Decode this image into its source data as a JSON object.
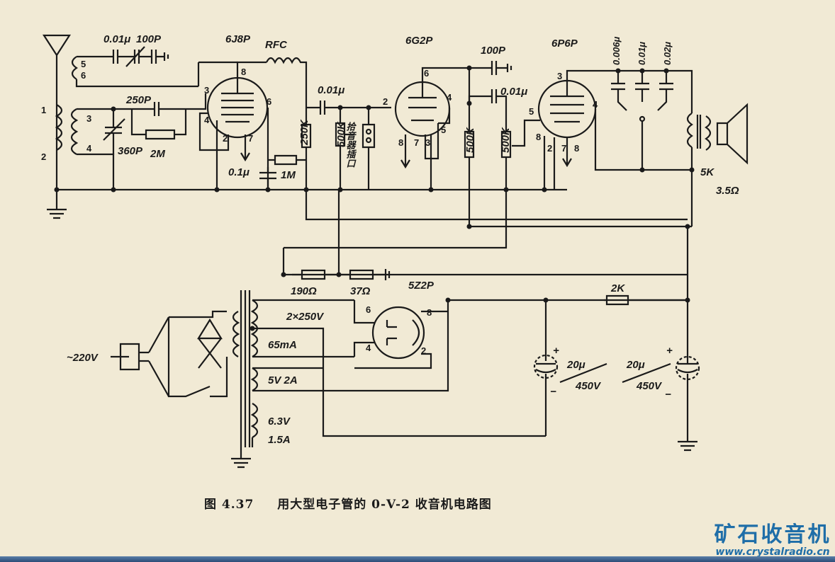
{
  "caption": {
    "number": "图 4.37",
    "text": "用大型电子管的 0-V-2 收音机电路图"
  },
  "tubes": {
    "t1": "6J8P",
    "t2": "6G2P",
    "t3": "6P6P",
    "t4": "5Z2P"
  },
  "components": {
    "c_ant": "0.01μ",
    "c_ant2": "100P",
    "rfc": "RFC",
    "c_grid": "250P",
    "c_var": "360P",
    "r_grid": "2M",
    "r_plate": "250K",
    "c_bypass": "0.1μ",
    "r_1m": "1M",
    "c_coup1": "0.01μ",
    "r_500k_a": "500K",
    "phono": "拾音器插口",
    "c_100p_b": "100P",
    "c_coup2": "0.01μ",
    "r_500k_b": "500K",
    "r_500k_c": "500K",
    "c_006": "0.006μ",
    "c_001": "0.01μ",
    "c_002": "0.02μ",
    "out_tr": "5K",
    "spk": "3.5Ω",
    "r_190": "190Ω",
    "r_37": "37Ω",
    "hv": "2×250V",
    "hv_i": "65mA",
    "fil5": "5V 2A",
    "fil63": "6.3V",
    "fil63_i": "1.5A",
    "mains": "~220V",
    "r_2k": "2K",
    "cap_a": "20μ",
    "cap_a_v": "450V",
    "cap_b": "20μ",
    "cap_b_v": "450V"
  },
  "pins": {
    "p5": "5",
    "p6": "6",
    "p1": "1",
    "p2": "2",
    "p3": "3",
    "p4": "4",
    "p7": "7",
    "p8": "8"
  },
  "polarity": {
    "plus": "+",
    "minus": "−"
  },
  "watermark": {
    "cn": "矿石收音机",
    "url": "www.crystalradio.cn"
  }
}
